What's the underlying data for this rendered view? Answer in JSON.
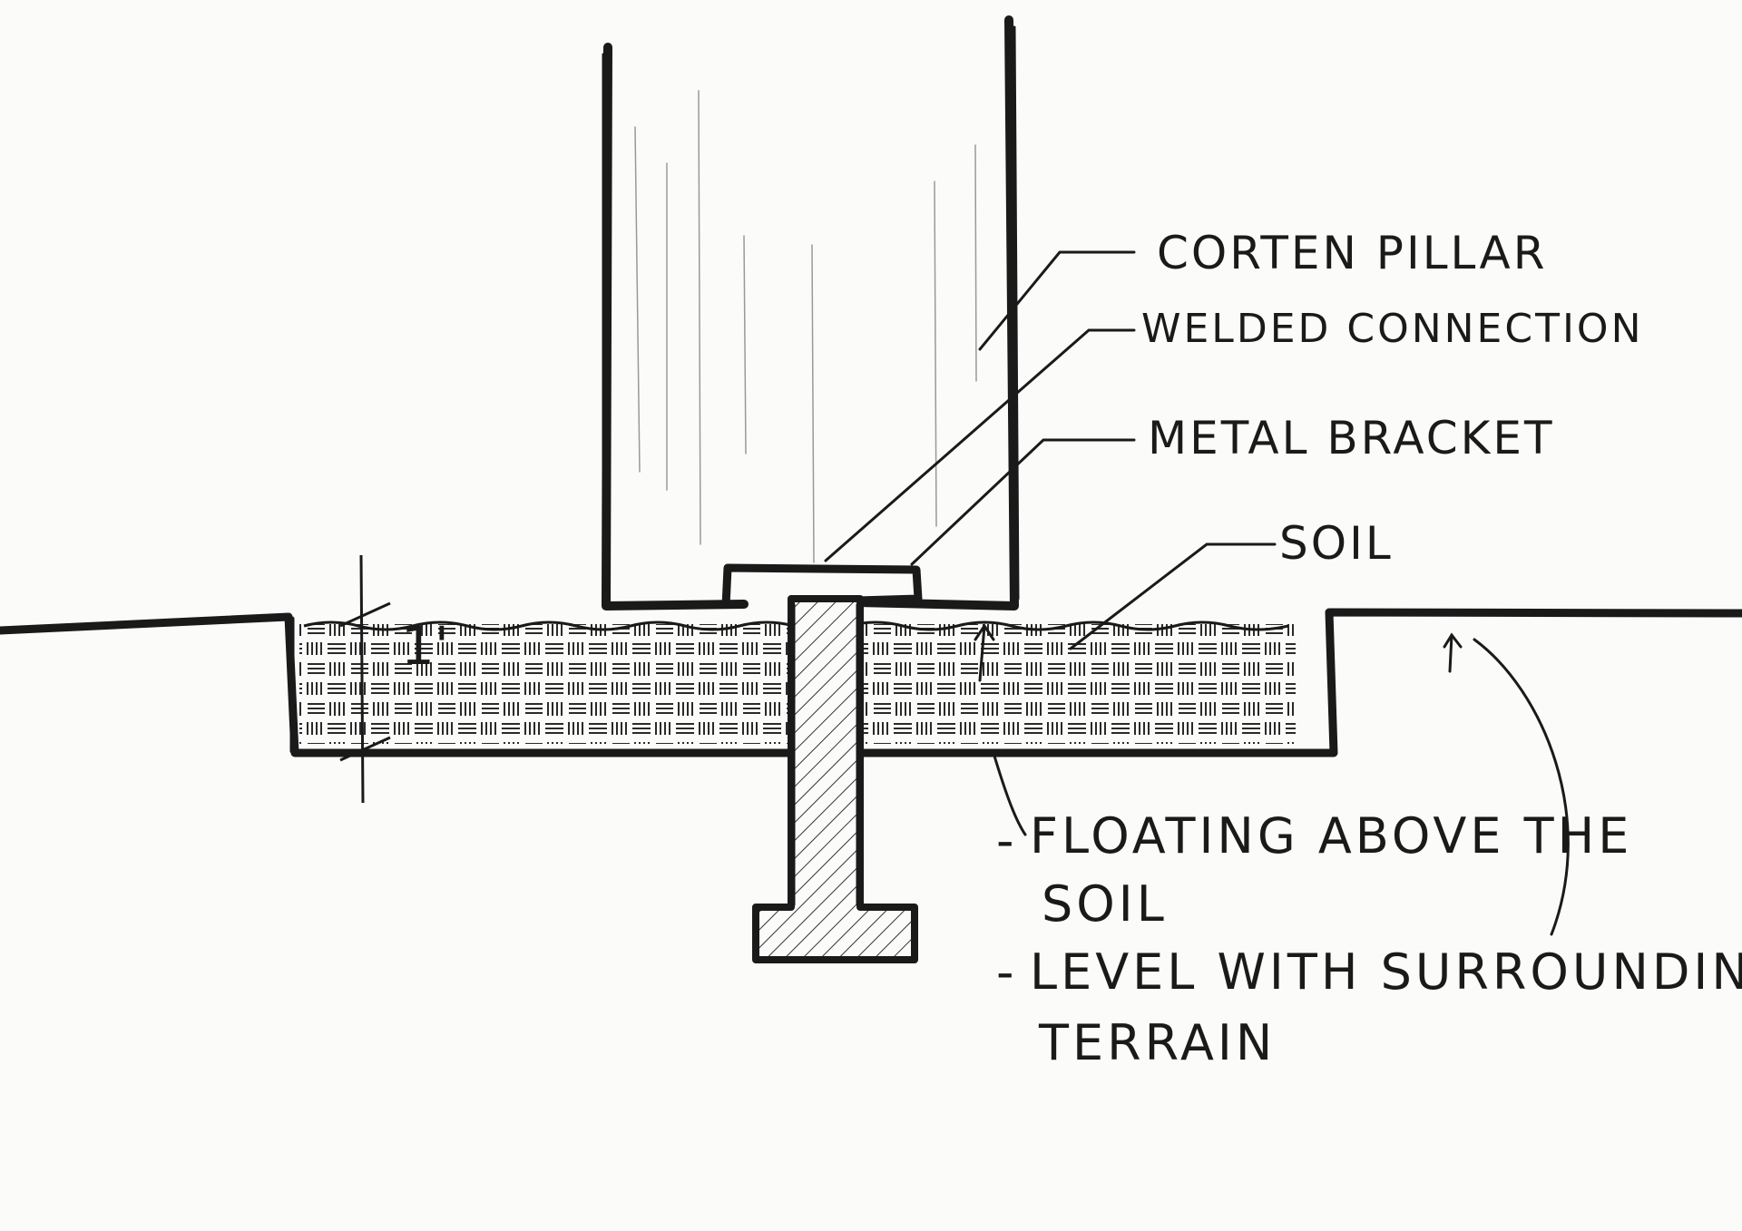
{
  "diagram": {
    "labels": {
      "corten_pillar": "CORTEN PILLAR",
      "welded_connection": "WELDED CONNECTION",
      "metal_bracket": "METAL BRACKET",
      "soil": "SOIL"
    },
    "dimension": "1'",
    "notes": [
      {
        "dash": "-",
        "line1": "FLOATING ABOVE THE",
        "line2": "SOIL"
      },
      {
        "dash": "-",
        "line1": "LEVEL WITH SURROUNDING",
        "line2": "TERRAIN"
      }
    ],
    "colors": {
      "ink": "#1a1a1a",
      "paper": "#fbfbf9",
      "hatch": "#2a2a2a"
    }
  }
}
